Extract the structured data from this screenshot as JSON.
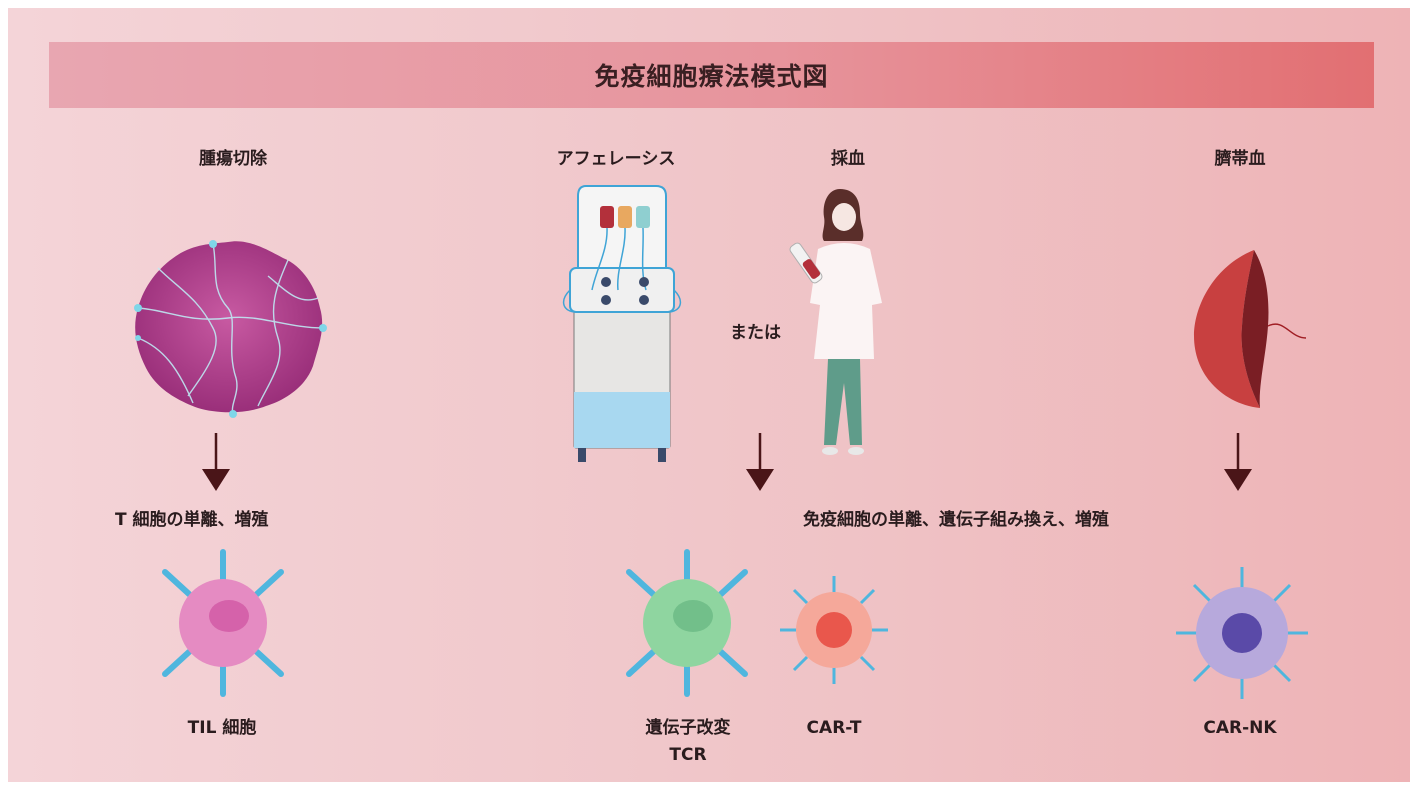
{
  "title": "免疫細胞療法模式図",
  "sources": {
    "tumor": "腫瘍切除",
    "apheresis": "アフェレーシス",
    "blood_draw": "採血",
    "cord_blood": "臍帯血",
    "or": "または"
  },
  "processes": {
    "left": "T 細胞の単離、増殖",
    "right": "免疫細胞の単離、遺伝子組み換え、増殖"
  },
  "cells": {
    "til": "TIL 細胞",
    "tcr_line1": "遺伝子改変",
    "tcr_line2": "TCR",
    "car_t": "CAR-T",
    "car_nk": "CAR-NK"
  },
  "colors": {
    "banner_start": "#e8a6b1",
    "banner_end": "#e26f72",
    "arrow": "#4a1518",
    "til_cell": "#e58bc2",
    "tcr_cell": "#8fd5a0",
    "car_t_cell": "#f08078",
    "car_nk_cell": "#9a8ad0",
    "receptor": "#4fb6de"
  }
}
